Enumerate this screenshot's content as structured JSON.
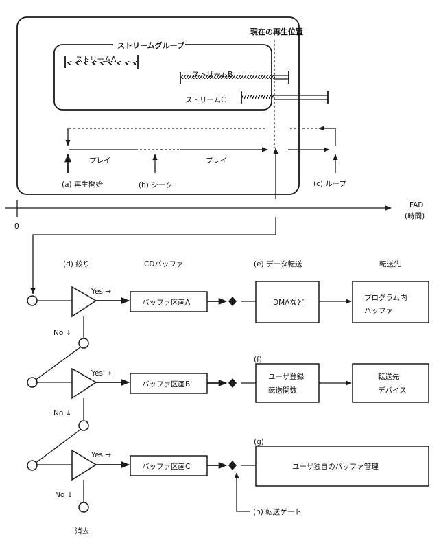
{
  "timeline": {
    "current_position_label": "現在の再生位置",
    "stream_group_label": "ストリームグループ",
    "streams": [
      {
        "id": "A",
        "label": "ストリームA"
      },
      {
        "id": "B",
        "label": "ストリームB"
      },
      {
        "id": "C",
        "label": "ストリームC"
      }
    ],
    "play_labels": [
      "プレイ",
      "プレイ"
    ],
    "events": [
      {
        "id": "a",
        "label": "(a) 再生開始"
      },
      {
        "id": "b",
        "label": "(b) シーク"
      },
      {
        "id": "c",
        "label": "(c) ループ"
      }
    ],
    "axis": {
      "origin_label": "0",
      "axis_label": "FAD",
      "axis_sublabel": "(時間)"
    }
  },
  "pipeline": {
    "column_headers": {
      "filter": "(d) 絞り",
      "cd_buffer": "CDバッファ",
      "data_transfer": "(e) データ転送",
      "destination": "転送先"
    },
    "yes_label": "Yes →",
    "no_label": "No ↓",
    "discard_label": "消去",
    "rows": [
      {
        "buffer": "バッファ区画A",
        "transfer": "DMAなど",
        "transfer_tag": "",
        "destination_line1": "プログラム内",
        "destination_line2": "バッファ"
      },
      {
        "buffer": "バッファ区画B",
        "transfer_line1": "ユーザ登録",
        "transfer_line2": "転送関数",
        "transfer_tag": "(f)",
        "destination_line1": "転送先",
        "destination_line2": "デバイス"
      },
      {
        "buffer": "バッファ区画C",
        "transfer_tag": "(g)",
        "wide_box": "ユーザ独自のバッファ管理"
      }
    ],
    "gate_label": "(h) 転送ゲート"
  }
}
